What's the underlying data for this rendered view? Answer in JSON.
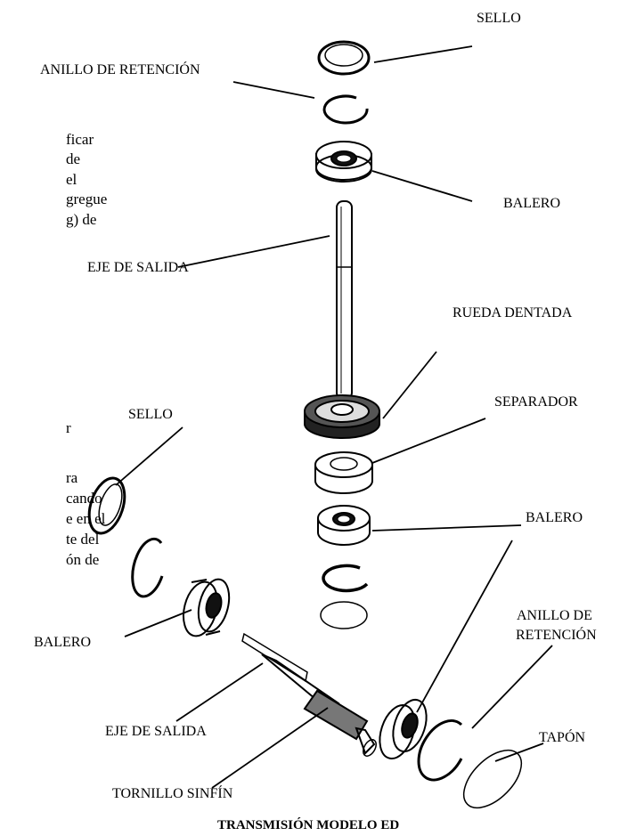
{
  "diagram": {
    "caption": "TRANSMISIÓN MODELO ED",
    "labels": {
      "sello_top": "SELLO",
      "anillo_retencion_top": "ANILLO DE RETENCIÓN",
      "balero_top": "BALERO",
      "eje_salida_top": "EJE DE SALIDA",
      "rueda_dentada": "RUEDA DENTADA",
      "separador": "SEPARADOR",
      "sello_left": "SELLO",
      "balero_mid": "BALERO",
      "balero_left": "BALERO",
      "eje_salida_bottom": "EJE DE SALIDA",
      "anillo_de": "ANILLO DE",
      "retencion": "RETENCIÓN",
      "tapon": "TAPÓN",
      "tornillo_sinfin": "TORNILLO SINFÍN"
    },
    "partial_text_upper": [
      "ficar",
      "de",
      "el",
      "gregue",
      "g) de"
    ],
    "partial_text_lower": [
      "r",
      "ra",
      "cando",
      "e en el",
      "te del",
      "ón de"
    ]
  }
}
